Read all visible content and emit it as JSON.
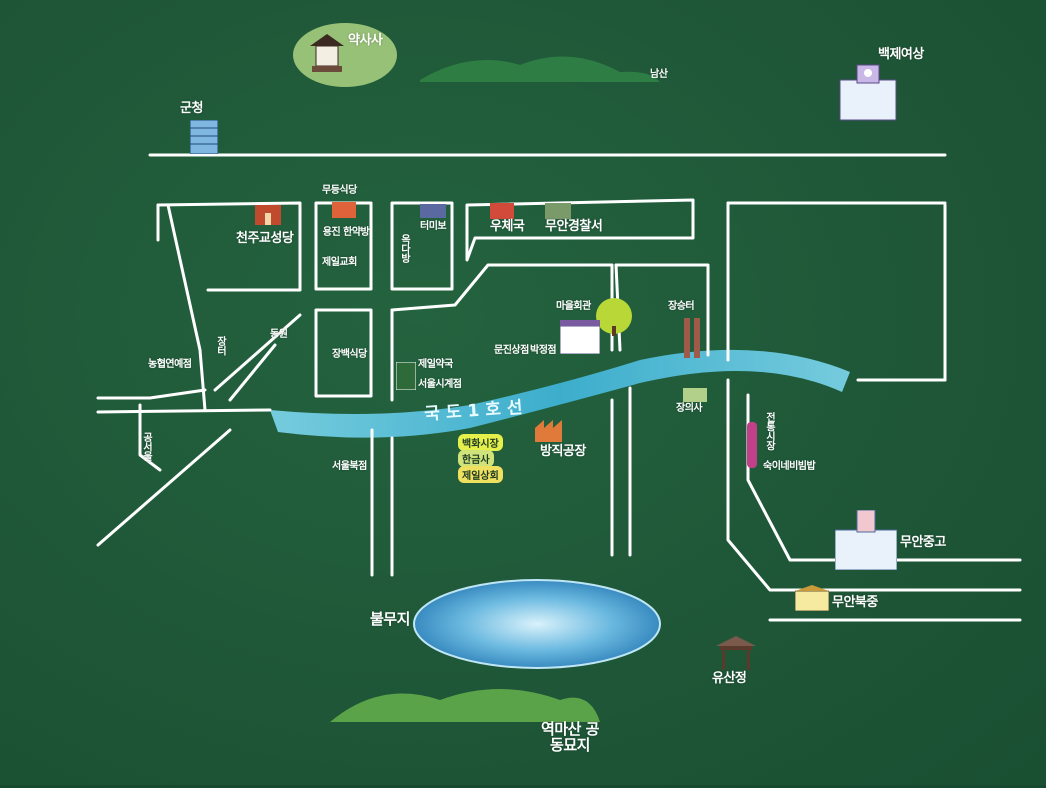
{
  "river": {
    "label": "국도1호선"
  },
  "lake": {
    "label": "불무지"
  },
  "places": {
    "yaksasa": "약사사",
    "namsan": "남산",
    "baekje": "백제여상",
    "guncheong": "군청",
    "mudeung": "무등식당",
    "cheonju": "천주교성당",
    "hanyakbang": "용진 한약방",
    "church": "제일교회",
    "tumibo": "터미보",
    "okdabang": "옥다방",
    "uchegu": "우체국",
    "police": "무안경찰서",
    "nonghyup": "농협연예점",
    "dongwon": "동원",
    "jeilmaul": "제일약국",
    "seoulsigye": "서울시계점",
    "jangbaeksik": "장백식당",
    "maeulhoegwan": "마을회관",
    "jangseungteo": "장승터",
    "mungeuk": "문진상점",
    "bakjeong": "박정점",
    "seoulbukjeom": "서울북점",
    "bangjik": "방직공장",
    "jangsusa": "장의사",
    "sueo": "전통시장",
    "sueobang": "숙이네비빔밥",
    "muanjunggo": "무안중고",
    "muanbukjung": "무안북중",
    "yusancheong": "유산정",
    "yeokmasan": "역마산 공동묘지",
    "gongseo": "공서울",
    "jangteo": "장터",
    "jeilsang": "제일상회",
    "hangeumsa": "한금사",
    "paeksijang": "백화시장"
  },
  "colors": {
    "board": "#1f5a3a",
    "road": "#ffffff",
    "river": "#5ec8e6",
    "lake": "#3f9fcf"
  }
}
